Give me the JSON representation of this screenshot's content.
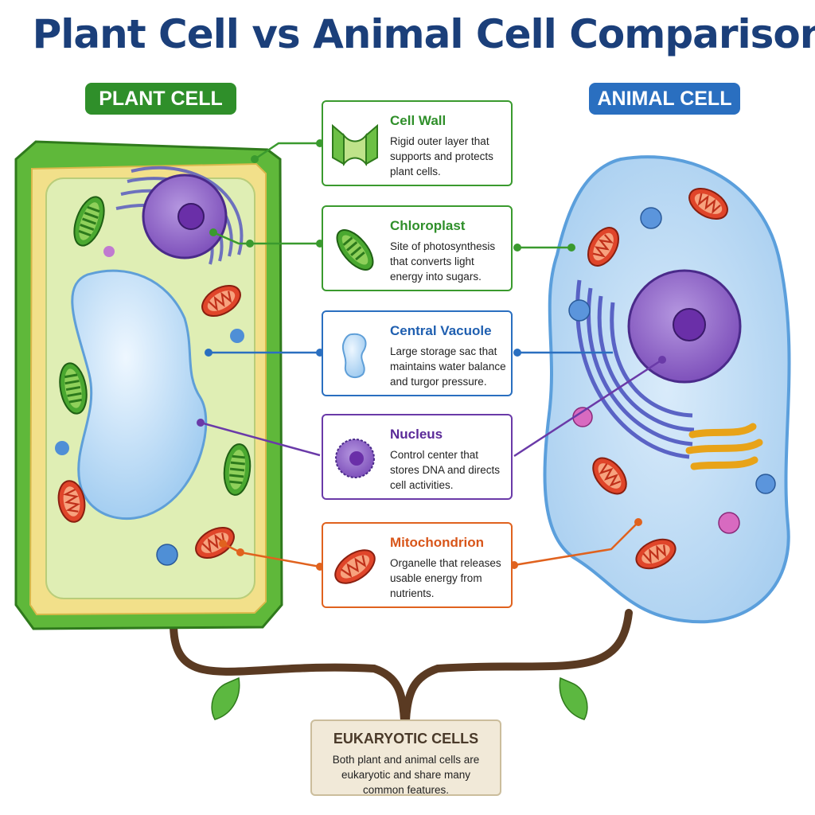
{
  "title": "Plant Cell vs Animal Cell Comparison",
  "labels": {
    "plant": "PLANT CELL",
    "animal": "ANIMAL CELL"
  },
  "cards": [
    {
      "title": "Cell Wall",
      "desc": "Rigid outer layer that supports and protects plant cells.",
      "color": "#3a9a2e",
      "icon": "cell-wall-icon"
    },
    {
      "title": "Chloroplast",
      "desc": "Site of photosynthesis that converts light energy into sugars.",
      "color": "#3a9a2e",
      "icon": "chloroplast-icon"
    },
    {
      "title": "Central Vacuole",
      "desc": "Large storage sac that maintains water balance and turgor pressure.",
      "color": "#2a6fc0",
      "icon": "vacuole-icon"
    },
    {
      "title": "Nucleus",
      "desc": "Control center that stores DNA and directs cell activities.",
      "color": "#6a3aa8",
      "icon": "nucleus-icon"
    },
    {
      "title": "Mitochondrion",
      "desc": "Organelle that releases usable energy from nutrients.",
      "color": "#e0621e",
      "icon": "mitochondrion-icon"
    }
  ],
  "eukaryotic": {
    "title": "EUKARYOTIC CELLS",
    "desc": "Both plant and animal cells are eukaryotic and share many common features."
  },
  "colors": {
    "title": "#1b3f7a",
    "plant_green": "#5fb83a",
    "animal_blue": "#8cc3ea",
    "nucleus": "#8f63c6",
    "mito": "#e0452a",
    "golgi": "#f2b92a",
    "branch": "#5a3a22"
  }
}
